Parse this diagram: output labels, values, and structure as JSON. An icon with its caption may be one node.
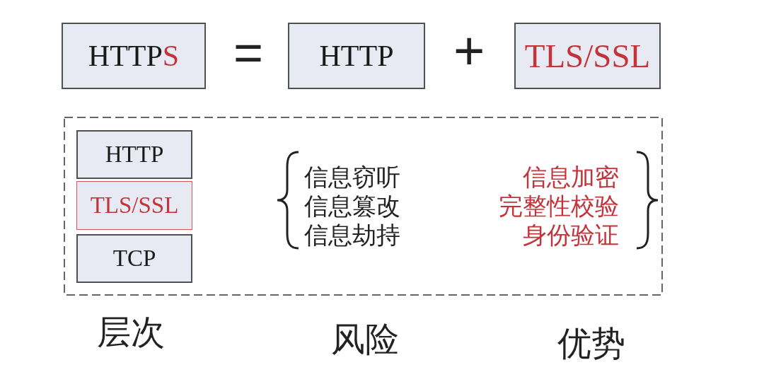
{
  "diagram": {
    "nodes": [
      {
        "text": [
          "HTTPS"
        ]
      },
      {
        "text": [
          "HTTP"
        ]
      },
      {
        "text": [
          "TLS/SSL"
        ]
      },
      {
        "text": [],
        "shape": "box"
      },
      {
        "text": [
          "HTTP"
        ],
        "in": 3
      },
      {
        "text": [
          "TLS/SSL"
        ],
        "in": 3
      },
      {
        "text": [
          "TCP"
        ],
        "in": 3
      }
    ],
    "labels": [
      "=",
      "+",
      "信息窃听",
      "信息篡改",
      "信息劫持",
      "信息加密",
      "完整性校验",
      "身份验证",
      "层次",
      "风险",
      "优势"
    ]
  }
}
